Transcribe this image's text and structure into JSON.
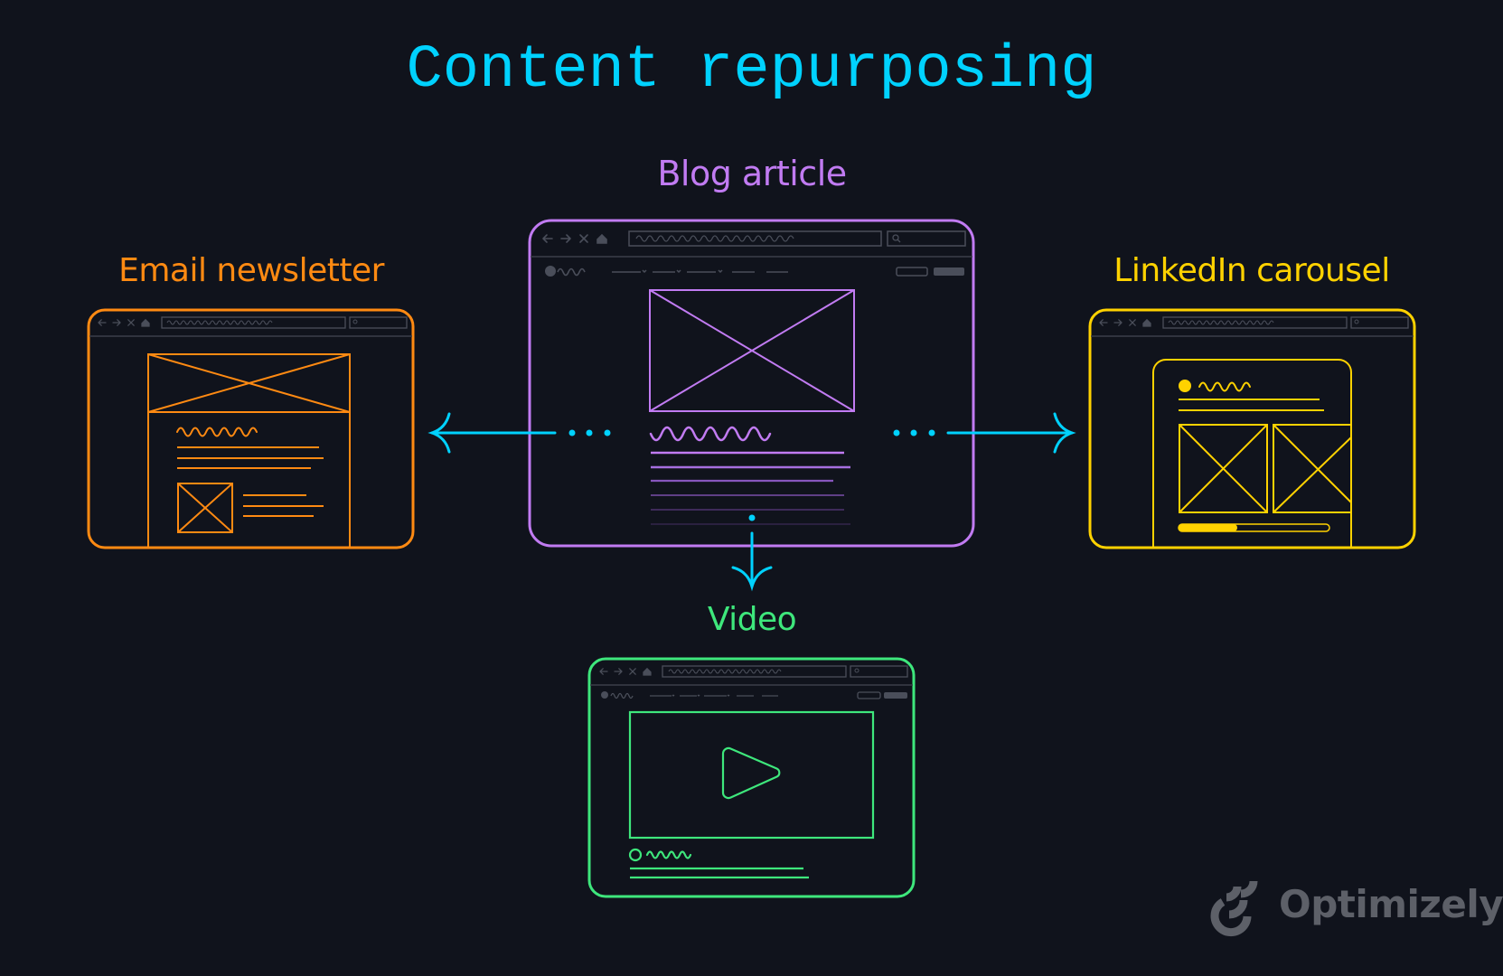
{
  "title": "Content repurposing",
  "source": {
    "label": "Blog article",
    "color": "#c17bf2"
  },
  "outputs": [
    {
      "label": "Email newsletter",
      "color": "#ff8a12",
      "direction": "left"
    },
    {
      "label": "LinkedIn carousel",
      "color": "#ffd200",
      "direction": "right"
    },
    {
      "label": "Video",
      "color": "#3ee77c",
      "direction": "down"
    }
  ],
  "connector_color": "#00d2ff",
  "background_color": "#10131c",
  "icons": {
    "browser_back": "arrow-left",
    "browser_forward": "arrow-right",
    "browser_close": "x",
    "browser_home": "home",
    "browser_search": "magnifier",
    "image_placeholder": "crossed-box",
    "video_play": "play-triangle"
  },
  "brand": {
    "name": "Optimizely",
    "color": "#5d6068"
  }
}
